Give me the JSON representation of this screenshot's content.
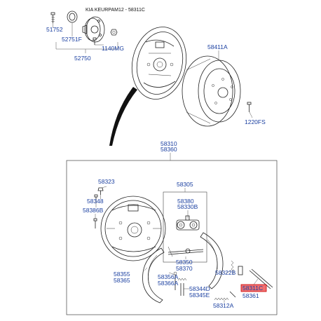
{
  "header": {
    "title": "KIA KEURPAM12 - 58311C"
  },
  "labels": {
    "p51752": "51752",
    "p52751f": "52751F",
    "p1140mg": "1140MG",
    "p52750": "52750",
    "p58411a": "58411A",
    "p1220fs": "1220FS",
    "p58310": "58310",
    "p58360": "58360",
    "p58323": "58323",
    "p58305": "58305",
    "p58348": "58348",
    "p58386b": "58386B",
    "p58380": "58380",
    "p58330b": "58330B",
    "p58350": "58350",
    "p58370": "58370",
    "p58355": "58355",
    "p58365": "58365",
    "p58322b": "58322B",
    "p58356a": "58356A",
    "p58366a": "58366A",
    "p58344d": "58344D",
    "p58345e": "58345E",
    "p58311c": "58311C",
    "p58361": "58361",
    "p58312a": "58312A"
  },
  "colors": {
    "label": "#1a3fa0",
    "highlight_fill": "#f07070",
    "highlight_stroke": "#cc0000",
    "line": "#222222"
  }
}
